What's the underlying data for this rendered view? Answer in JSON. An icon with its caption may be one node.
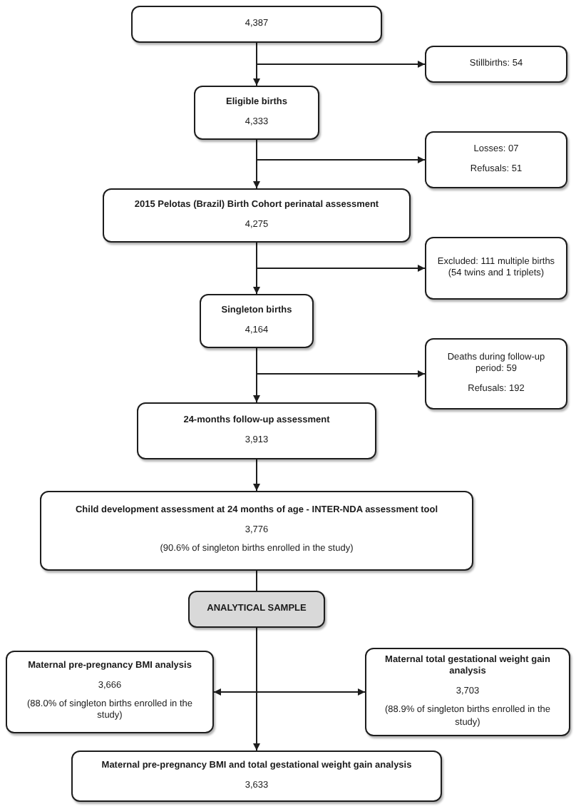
{
  "diagram": {
    "nodes": [
      {
        "text": [
          "4,387"
        ]
      },
      {
        "text": [
          "Stillbirths: 54"
        ]
      },
      {
        "text": [
          "Eligible births",
          "4,333"
        ]
      },
      {
        "text": [
          "Losses: 07",
          "Refusals: 51"
        ]
      },
      {
        "text": [
          "2015 Pelotas (Brazil) Birth Cohort perinatal assessment",
          "4,275"
        ]
      },
      {
        "text": [
          "Excluded: 111 multiple births (54 twins and 1 triplets)"
        ]
      },
      {
        "text": [
          "Singleton births",
          "4,164"
        ]
      },
      {
        "text": [
          "Deaths during follow-up period: 59",
          "Refusals: 192"
        ]
      },
      {
        "text": [
          "24-months follow-up assessment",
          "3,913"
        ]
      },
      {
        "text": [
          "Child development assessment at 24 months of age - INTER-NDA assessment tool",
          "3,776",
          "(90.6% of singleton births enrolled in the study)"
        ]
      },
      {
        "text": [
          "ANALYTICAL SAMPLE"
        ]
      },
      {
        "text": [
          "Maternal pre-pregnancy BMI analysis",
          "3,666",
          "(88.0% of singleton births enrolled in the study)"
        ]
      },
      {
        "text": [
          "Maternal total gestational weight gain analysis",
          "3,703",
          "(88.9% of singleton births enrolled in the study)"
        ]
      },
      {
        "text": [
          "Maternal pre-pregnancy BMI and total gestational weight gain analysis",
          "3,633"
        ]
      }
    ],
    "edges": [
      {
        "from": 0,
        "to": 2,
        "arrow": "to"
      },
      {
        "from": 0,
        "to": 1,
        "arrow": "to"
      },
      {
        "from": 2,
        "to": 4,
        "arrow": "to"
      },
      {
        "from": 2,
        "to": 3,
        "arrow": "to"
      },
      {
        "from": 4,
        "to": 6,
        "arrow": "to"
      },
      {
        "from": 4,
        "to": 5,
        "arrow": "to"
      },
      {
        "from": 6,
        "to": 8,
        "arrow": "to"
      },
      {
        "from": 6,
        "to": 7,
        "arrow": "to"
      },
      {
        "from": 8,
        "to": 9,
        "arrow": "to"
      },
      {
        "from": 9,
        "to": 10,
        "arrow": "none"
      },
      {
        "from": 10,
        "to": 13,
        "arrow": "to"
      },
      {
        "from": 10,
        "to": 11,
        "arrow": "to"
      },
      {
        "from": 10,
        "to": 12,
        "arrow": "to"
      }
    ]
  }
}
